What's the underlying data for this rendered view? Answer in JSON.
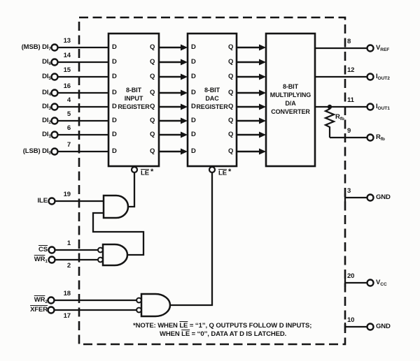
{
  "figure": "8-bit DAC block diagram",
  "colors": {
    "ink": "#141414",
    "paper": "#fcfcfb"
  },
  "glyphs": {
    "d": "D",
    "q": "Q",
    "le": "LE",
    "star": "*"
  },
  "data_inputs": [
    {
      "name": "(MSB) DI",
      "sub": "7",
      "pin": "13"
    },
    {
      "name": "DI",
      "sub": "6",
      "pin": "14"
    },
    {
      "name": "DI",
      "sub": "5",
      "pin": "15"
    },
    {
      "name": "DI",
      "sub": "4",
      "pin": "16"
    },
    {
      "name": "DI",
      "sub": "3",
      "pin": "4"
    },
    {
      "name": "DI",
      "sub": "2",
      "pin": "5"
    },
    {
      "name": "DI",
      "sub": "1",
      "pin": "6"
    },
    {
      "name": "(LSB) DI",
      "sub": "0",
      "pin": "7"
    }
  ],
  "control_inputs": [
    {
      "name": "ILE",
      "sub": "",
      "pin": "19"
    },
    {
      "name": "CS",
      "sub": "",
      "pin": "1"
    },
    {
      "name": "WR",
      "sub": "1",
      "pin": "2"
    },
    {
      "name": "WR",
      "sub": "2",
      "pin": "18"
    },
    {
      "name": "XFER",
      "sub": "",
      "pin": "17"
    }
  ],
  "blocks": {
    "input_register": {
      "l1": "8-BIT",
      "l2": "INPUT",
      "l3": "REGISTER"
    },
    "dac_register": {
      "l1": "8-BIT",
      "l2": "DAC",
      "l3": "REGISTER"
    },
    "converter": {
      "l1": "8-BIT",
      "l2": "MULTIPLYING",
      "l3": "D/A",
      "l4": "CONVERTER"
    }
  },
  "right_pins": [
    {
      "name": "V",
      "sub": "REF",
      "pin": "8"
    },
    {
      "name": "I",
      "sub": "OUT2",
      "pin": "12"
    },
    {
      "name": "I",
      "sub": "OUT1",
      "pin": "11"
    },
    {
      "name": "R",
      "sub": "fb",
      "pin": "9"
    },
    {
      "name": "GND",
      "sub": "",
      "pin": "3"
    },
    {
      "name": "V",
      "sub": "CC",
      "pin": "20"
    },
    {
      "name": "GND",
      "sub": "",
      "pin": "10"
    }
  ],
  "resistor": {
    "name": "R",
    "sub": "fb"
  },
  "note": {
    "n1a": "*NOTE: WHEN ",
    "le": "LE",
    "n1b": " = ‘‘1’’, Q OUTPUTS FOLLOW D INPUTS;",
    "n2a": "WHEN ",
    "n2b": " = ‘‘0’’, DATA AT D IS LATCHED."
  }
}
